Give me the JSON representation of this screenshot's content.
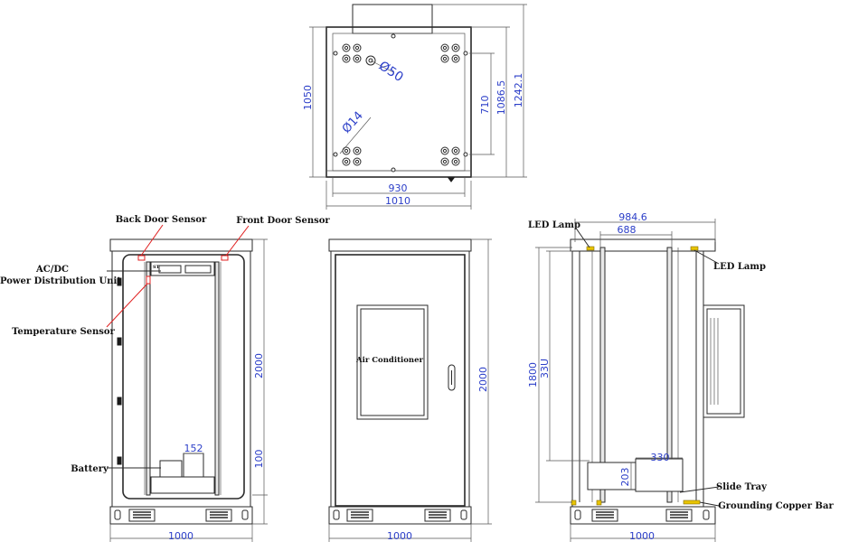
{
  "top_view": {
    "dims": {
      "d930": "930",
      "d1010": "1010",
      "d1050": "1050",
      "d710": "710",
      "d1086": "1086.5",
      "d1242": "1242.1",
      "d50": "Ø50",
      "d14": "Ø14"
    }
  },
  "front_view": {
    "labels": {
      "back_door_sensor": "Back Door Sensor",
      "front_door_sensor": "Front Door Sensor",
      "acdc": "AC/DC",
      "pdu": "Power Distribution Unit",
      "temp_sensor": "Temperature Sensor",
      "battery": "Battery"
    },
    "dims": {
      "d2000": "2000",
      "d100": "100",
      "d1000": "1000",
      "d152": "152"
    }
  },
  "door_view": {
    "labels": {
      "air_conditioner": "Air Conditioner"
    },
    "dims": {
      "d2000": "2000",
      "d1000": "1000"
    }
  },
  "side_view": {
    "labels": {
      "led_lamp_left": "LED Lamp",
      "led_lamp_right": "LED Lamp",
      "slide_tray": "Slide Tray",
      "grounding_bar": "Grounding Copper Bar"
    },
    "dims": {
      "d984": "984.6",
      "d688": "688",
      "d1800": "1800",
      "d33u": "33U",
      "d203": "203",
      "d330": "330",
      "d1000": "1000"
    }
  }
}
